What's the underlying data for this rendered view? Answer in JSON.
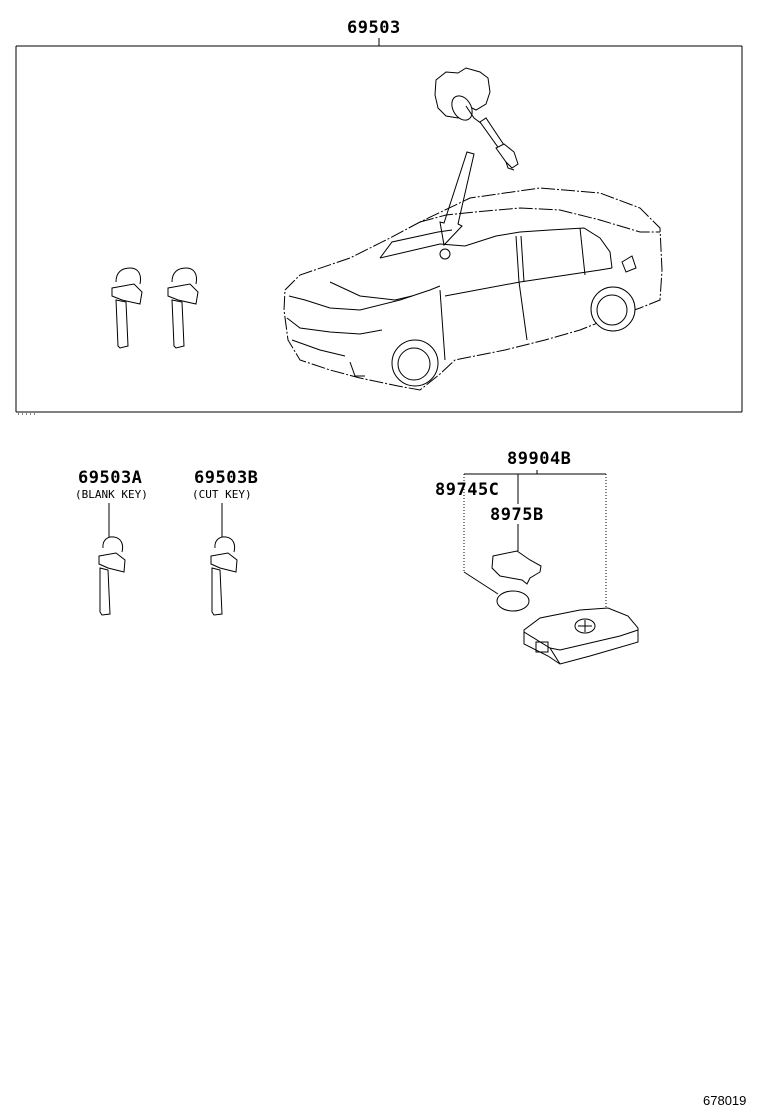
{
  "diagram": {
    "type": "parts-diagram",
    "figure_number": "678019",
    "assembly": {
      "part_number": "69503",
      "contents": [
        "ignition lock cylinder",
        "vehicle location view",
        "key x2"
      ]
    },
    "parts": [
      {
        "part_number": "69503A",
        "description": "(BLANK KEY)"
      },
      {
        "part_number": "69503B",
        "description": "(CUT KEY)"
      },
      {
        "part_number": "89904B",
        "description": ""
      },
      {
        "part_number": "89745C",
        "description": ""
      },
      {
        "part_number": "8975B",
        "description": ""
      }
    ]
  }
}
